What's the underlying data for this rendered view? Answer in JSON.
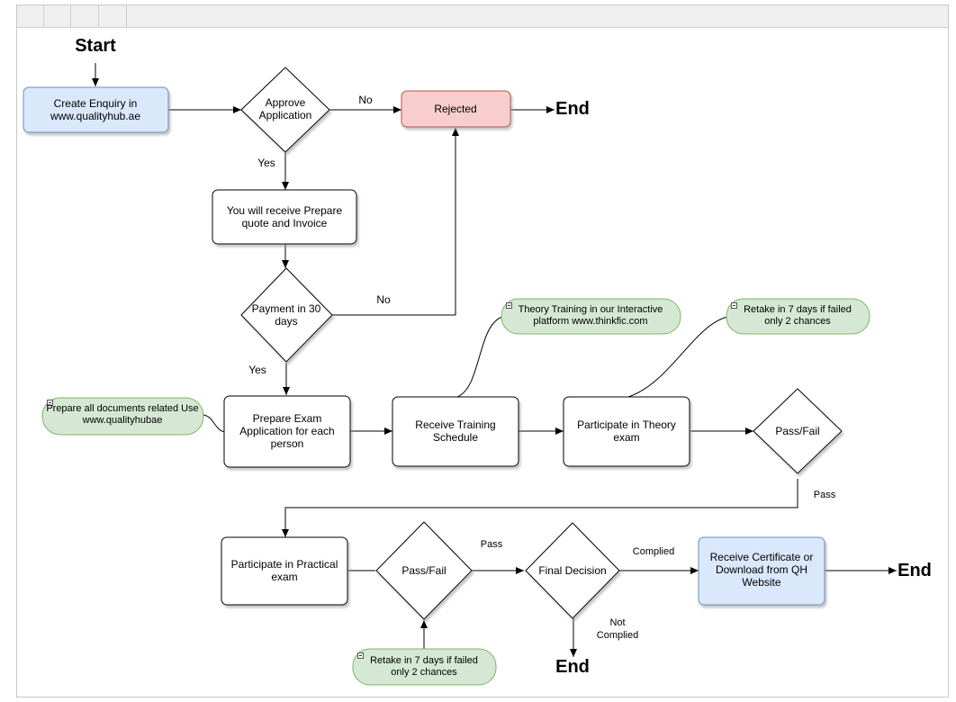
{
  "toolbar": {
    "cells": 4
  },
  "colors": {
    "line": "#000000",
    "blue_fill": "#dae8fc",
    "blue_stroke": "#6c8ebf",
    "red_fill": "#f8cecc",
    "red_stroke": "#b85450",
    "green_fill": "#d5e8d4",
    "green_stroke": "#82b366",
    "shadow": "#b8b8b8"
  },
  "terminals": {
    "start": "Start",
    "end_rejected": "End",
    "end_not_complied": "End",
    "end_certificate": "End"
  },
  "nodes": {
    "create_enquiry": "Create Enquiry in\nwww.qualityhub.ae",
    "approve": "Approve\nApplication",
    "rejected": "Rejected",
    "quote": "You will receive Prepare\nquote and Invoice",
    "payment": "Payment in 30\ndays",
    "prepare_exam": "Prepare Exam\nApplication for each\nperson",
    "receive_training": "Receive Training\nSchedule",
    "theory_exam": "Participate in Theory\nexam",
    "pass_fail_1": "Pass/Fail",
    "practical_exam": "Participate in Practical\nexam",
    "pass_fail_2": "Pass/Fail",
    "final_decision": "Final Decision",
    "certificate": "Receive Certificate or\nDownload from QH\nWebsite"
  },
  "notes": {
    "documents": "Prepare all documents related Use\nwww.qualityhubae",
    "theory_training": "Theory Training in our Interactive\nplatform   www.thinkfic.com",
    "retake_theory": "Retake in 7 days if failed\nonly 2 chances",
    "retake_practical": "Retake in 7 days if failed\nonly 2 chances"
  },
  "edge_labels": {
    "approve_no": "No",
    "approve_yes": "Yes",
    "payment_no": "No",
    "payment_yes": "Yes",
    "theory_pass": "Pass",
    "practical_pass": "Pass",
    "complied": "Complied",
    "not_complied": "Not\nComplied"
  }
}
